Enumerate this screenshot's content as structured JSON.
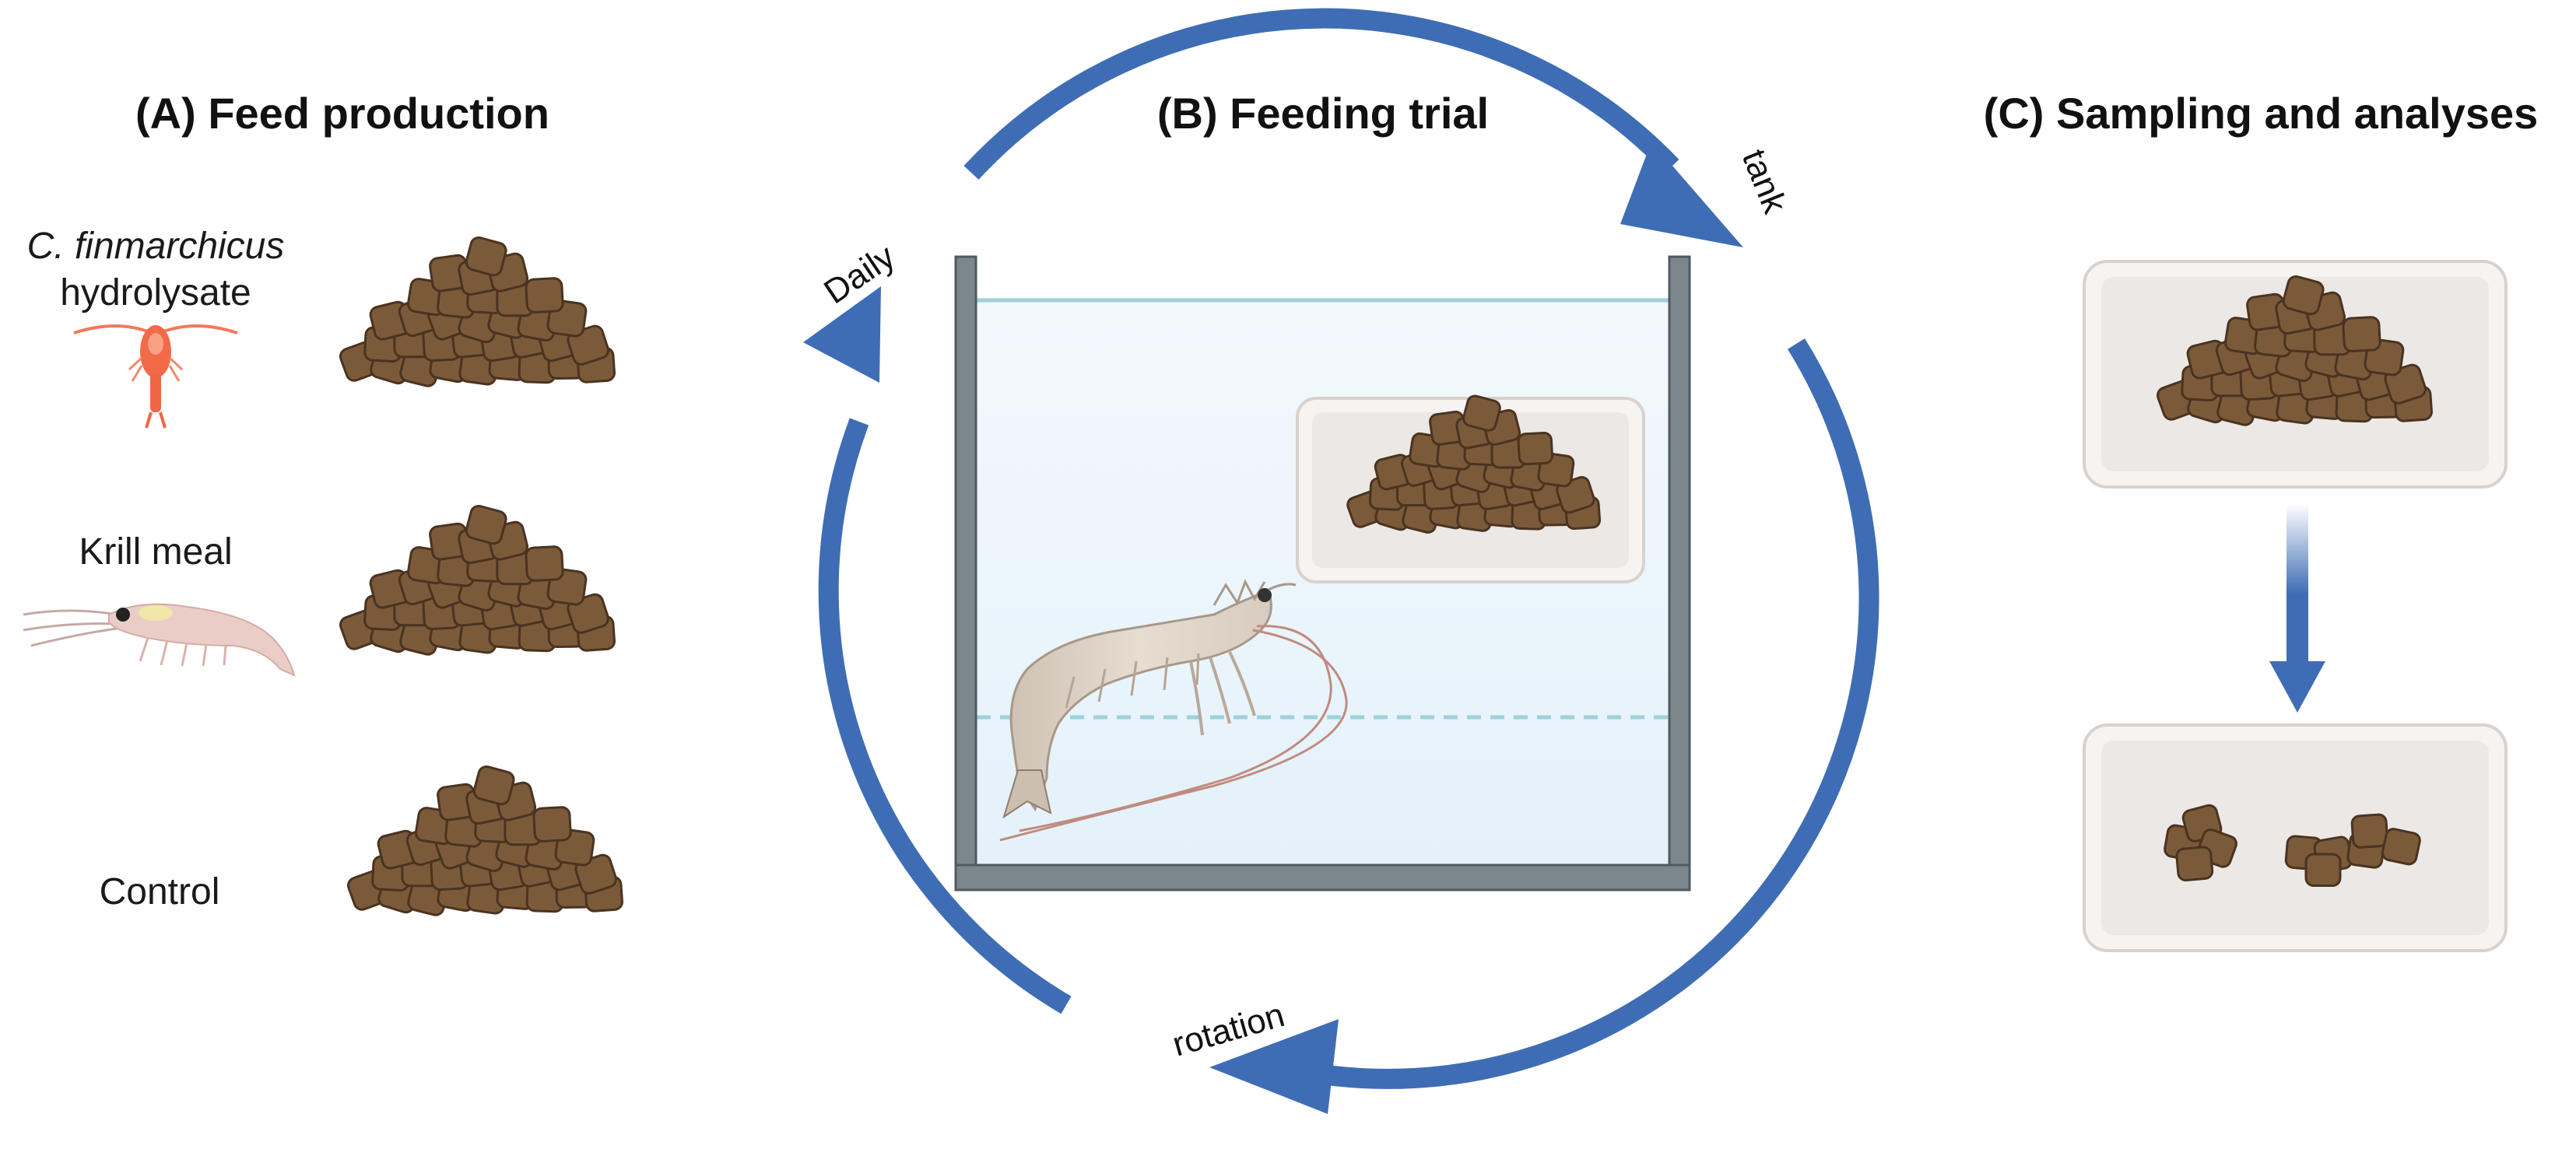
{
  "panels": {
    "a_title": "(A) Feed production",
    "b_title": "(B) Feeding trial",
    "c_title": "(C) Sampling and analyses"
  },
  "feeds": [
    {
      "label_line1": "C. finmarchicus",
      "label_line2": "hydrolysate",
      "organism": "copepod-icon"
    },
    {
      "label_line1": "Krill meal",
      "label_line2": "",
      "organism": "krill-icon"
    },
    {
      "label_line1": "Control",
      "label_line2": "",
      "organism": ""
    }
  ],
  "cycle": {
    "daily": "Daily",
    "tank": "tank",
    "rotation": "rotation"
  },
  "colors": {
    "arrow": "#3f6db5",
    "pellet": "#7b5a3a",
    "pellet_dark": "#4a3320",
    "tank_frame": "#7c878c",
    "water": "#eef6fb",
    "tray": "#f1eeec"
  }
}
